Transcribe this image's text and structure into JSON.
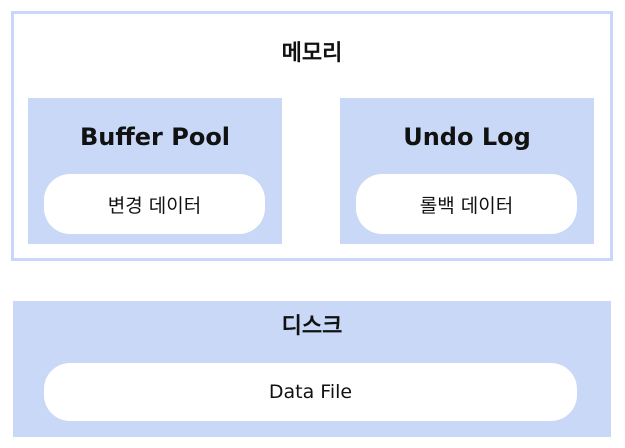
{
  "memory": {
    "title": "메모리",
    "buffer_pool": {
      "title": "Buffer Pool",
      "content": "변경 데이터"
    },
    "undo_log": {
      "title": "Undo Log",
      "content": "롤백 데이터"
    }
  },
  "disk": {
    "title": "디스크",
    "data_file": "Data File"
  },
  "colors": {
    "panel_fill": "#c8d8f6",
    "border": "#c8d8f6",
    "pill_fill": "#ffffff"
  }
}
